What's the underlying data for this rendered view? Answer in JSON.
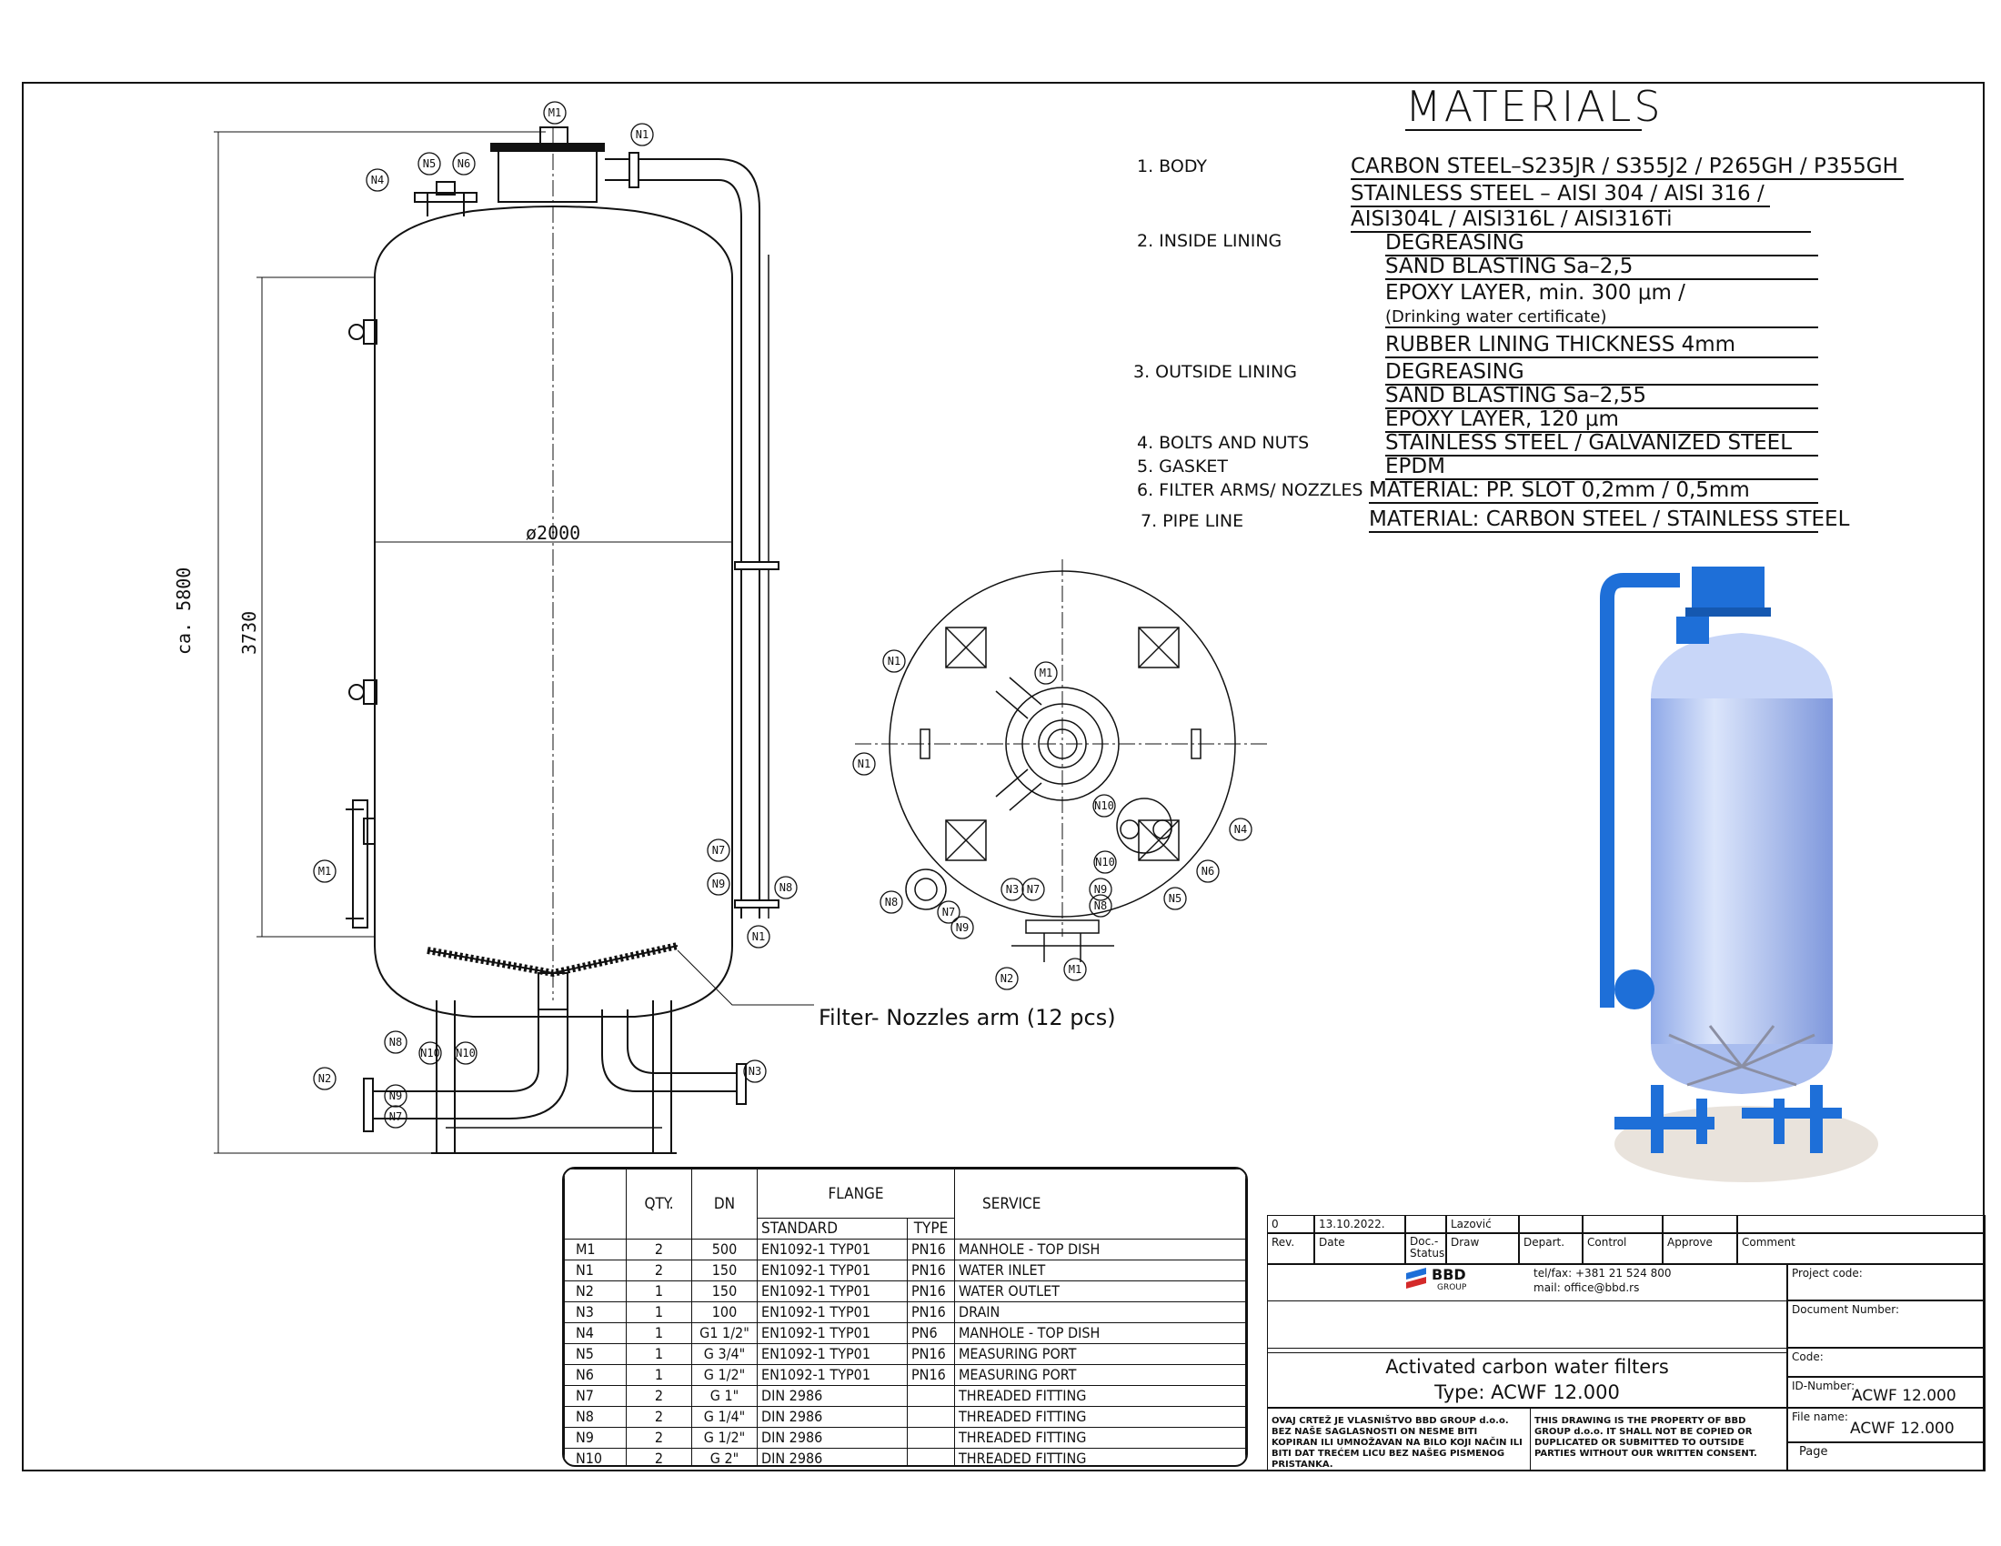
{
  "materials": {
    "title": "MATERIALS",
    "items": [
      {
        "label": "1. BODY",
        "values": [
          "CARBON STEEL–S235JR / S355J2 / P265GH / P355GH",
          "STAINLESS STEEL – AISI 304 / AISI 316 /",
          "AISI304L / AISI316L / AISI316Ti"
        ]
      },
      {
        "label": "2. INSIDE LINING",
        "values": [
          "DEGREASING",
          "SAND BLASTING Sa–2,5",
          "EPOXY LAYER, min. 300 μm /",
          "(Drinking water certificate)",
          "RUBBER LINING THICKNESS 4mm"
        ]
      },
      {
        "label": "3. OUTSIDE LINING",
        "values": [
          "DEGREASING",
          "SAND BLASTING Sa–2,55",
          "EPOXY LAYER, 120 μm"
        ]
      },
      {
        "label": "4. BOLTS AND NUTS",
        "values": [
          "STAINLESS STEEL / GALVANIZED STEEL"
        ]
      },
      {
        "label": "5. GASKET",
        "values": [
          "EPDM"
        ]
      },
      {
        "label": "6. FILTER ARMS/ NOZZLES",
        "values": [
          "MATERIAL: PP. SLOT 0,2mm / 0,5mm"
        ]
      },
      {
        "label": "7. PIPE LINE",
        "values": [
          "MATERIAL: CARBON STEEL / STAINLESS STEEL"
        ]
      }
    ]
  },
  "drawing": {
    "diameter": "ø2000",
    "height_total": "ca. 5800",
    "height_cyl": "3730",
    "filter_label": "Filter- Nozzles arm (12 pcs)",
    "tags": [
      "M1",
      "N1",
      "N2",
      "N3",
      "N4",
      "N5",
      "N6",
      "N7",
      "N8",
      "N9",
      "N10"
    ]
  },
  "nozzle_table": {
    "headers": {
      "qty": "QTY.",
      "dn": "DN",
      "flange": "FLANGE",
      "standard": "STANDARD",
      "type": "TYPE",
      "service": "SERVICE"
    },
    "rows": [
      {
        "id": "M1",
        "qty": "2",
        "dn": "500",
        "standard": "EN1092-1 TYP01",
        "type": "PN16",
        "service": "MANHOLE - TOP DISH"
      },
      {
        "id": "N1",
        "qty": "2",
        "dn": "150",
        "standard": "EN1092-1 TYP01",
        "type": "PN16",
        "service": "WATER INLET"
      },
      {
        "id": "N2",
        "qty": "1",
        "dn": "150",
        "standard": "EN1092-1 TYP01",
        "type": "PN16",
        "service": "WATER OUTLET"
      },
      {
        "id": "N3",
        "qty": "1",
        "dn": "100",
        "standard": "EN1092-1 TYP01",
        "type": "PN16",
        "service": "DRAIN"
      },
      {
        "id": "N4",
        "qty": "1",
        "dn": "G1 1/2\"",
        "standard": "EN1092-1 TYP01",
        "type": "PN6",
        "service": "MANHOLE - TOP DISH"
      },
      {
        "id": "N5",
        "qty": "1",
        "dn": "G 3/4\"",
        "standard": "EN1092-1 TYP01",
        "type": "PN16",
        "service": "MEASURING PORT"
      },
      {
        "id": "N6",
        "qty": "1",
        "dn": "G 1/2\"",
        "standard": "EN1092-1 TYP01",
        "type": "PN16",
        "service": "MEASURING PORT"
      },
      {
        "id": "N7",
        "qty": "2",
        "dn": "G 1\"",
        "standard": "DIN 2986",
        "type": "",
        "service": "THREADED FITTING"
      },
      {
        "id": "N8",
        "qty": "2",
        "dn": "G 1/4\"",
        "standard": "DIN 2986",
        "type": "",
        "service": "THREADED FITTING"
      },
      {
        "id": "N9",
        "qty": "2",
        "dn": "G 1/2\"",
        "standard": "DIN 2986",
        "type": "",
        "service": "THREADED FITTING"
      },
      {
        "id": "N10",
        "qty": "2",
        "dn": "G 2\"",
        "standard": "DIN 2986",
        "type": "",
        "service": "THREADED FITTING"
      }
    ]
  },
  "title_block": {
    "rev_value": "0",
    "date_value": "13.10.2022.",
    "draw_value": "Lazović",
    "rev": "Rev.",
    "date": "Date",
    "doc_status": "Doc.-Status",
    "draw": "Draw",
    "depart": "Depart.",
    "control": "Control",
    "approve": "Approve",
    "comment": "Comment",
    "company": "BBD",
    "company_sub": "GROUP",
    "tel": "tel/fax: +381 21 524 800",
    "mail": "mail: office@bbd.rs",
    "project_code": "Project code:",
    "document_number": "Document Number:",
    "title_line1": "Activated carbon water filters",
    "title_line2": "Type: ACWF 12.000",
    "code": "Code:",
    "id_number": "ID-Number:",
    "id_value": "ACWF 12.000",
    "file_name": "File name:",
    "file_value": "ACWF 12.000",
    "page": "Page",
    "notice_sr": "OVAJ CRTEŽ JE VLASNIŠTVO BBD GROUP d.o.o. BEZ NAŠE SAGLASNOSTI ON NESME BITI KOPIRAN ILI UMNOŽAVAN NA BILO KOJI NAČIN ILI BITI DAT TREĆEM LICU BEZ NAŠEG PISMENOG PRISTANKA.",
    "notice_en": "THIS DRAWING IS THE PROPERTY OF BBD GROUP d.o.o. IT SHALL NOT BE COPIED OR DUPLICATED OR SUBMITTED TO OUTSIDE PARTIES WITHOUT OUR WRITTEN CONSENT."
  },
  "colors": {
    "line": "#111111",
    "vessel_blue": "#b9cdf5",
    "steel_blue": "#1e6fd8",
    "base": "#e9e3dc"
  }
}
